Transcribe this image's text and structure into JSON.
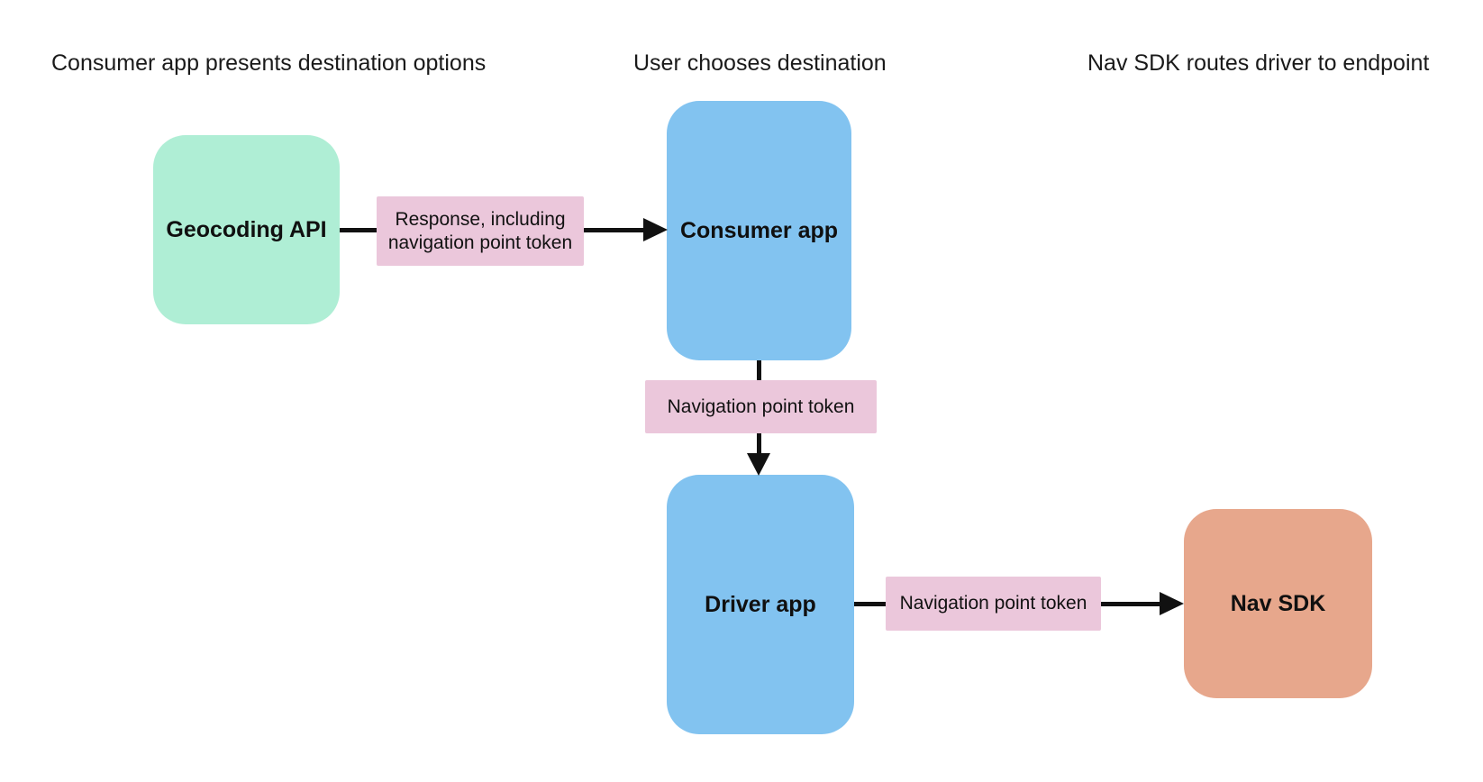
{
  "diagram": {
    "headers": [
      {
        "label": "Consumer app presents destination options"
      },
      {
        "label": "User chooses destination"
      },
      {
        "label": "Nav SDK routes driver to endpoint"
      }
    ],
    "nodes": [
      {
        "id": "geocoding-api",
        "label": "Geocoding API",
        "color": "#afeed5"
      },
      {
        "id": "consumer-app",
        "label": "Consumer app",
        "color": "#82c3f0"
      },
      {
        "id": "driver-app",
        "label": "Driver app",
        "color": "#82c3f0"
      },
      {
        "id": "nav-sdk",
        "label": "Nav SDK",
        "color": "#e7a78c"
      }
    ],
    "edges": [
      {
        "from": "geocoding-api",
        "to": "consumer-app",
        "label": "Response, including navigation point token"
      },
      {
        "from": "consumer-app",
        "to": "driver-app",
        "label": "Navigation point token"
      },
      {
        "from": "driver-app",
        "to": "nav-sdk",
        "label": "Navigation point token"
      }
    ],
    "colors": {
      "node_green": "#afeed5",
      "node_blue": "#82c3f0",
      "node_orange": "#e7a78c",
      "edge_label_bg": "#ebc7db",
      "arrow": "#111111",
      "background": "#ffffff",
      "text": "#1a1a1a"
    }
  }
}
